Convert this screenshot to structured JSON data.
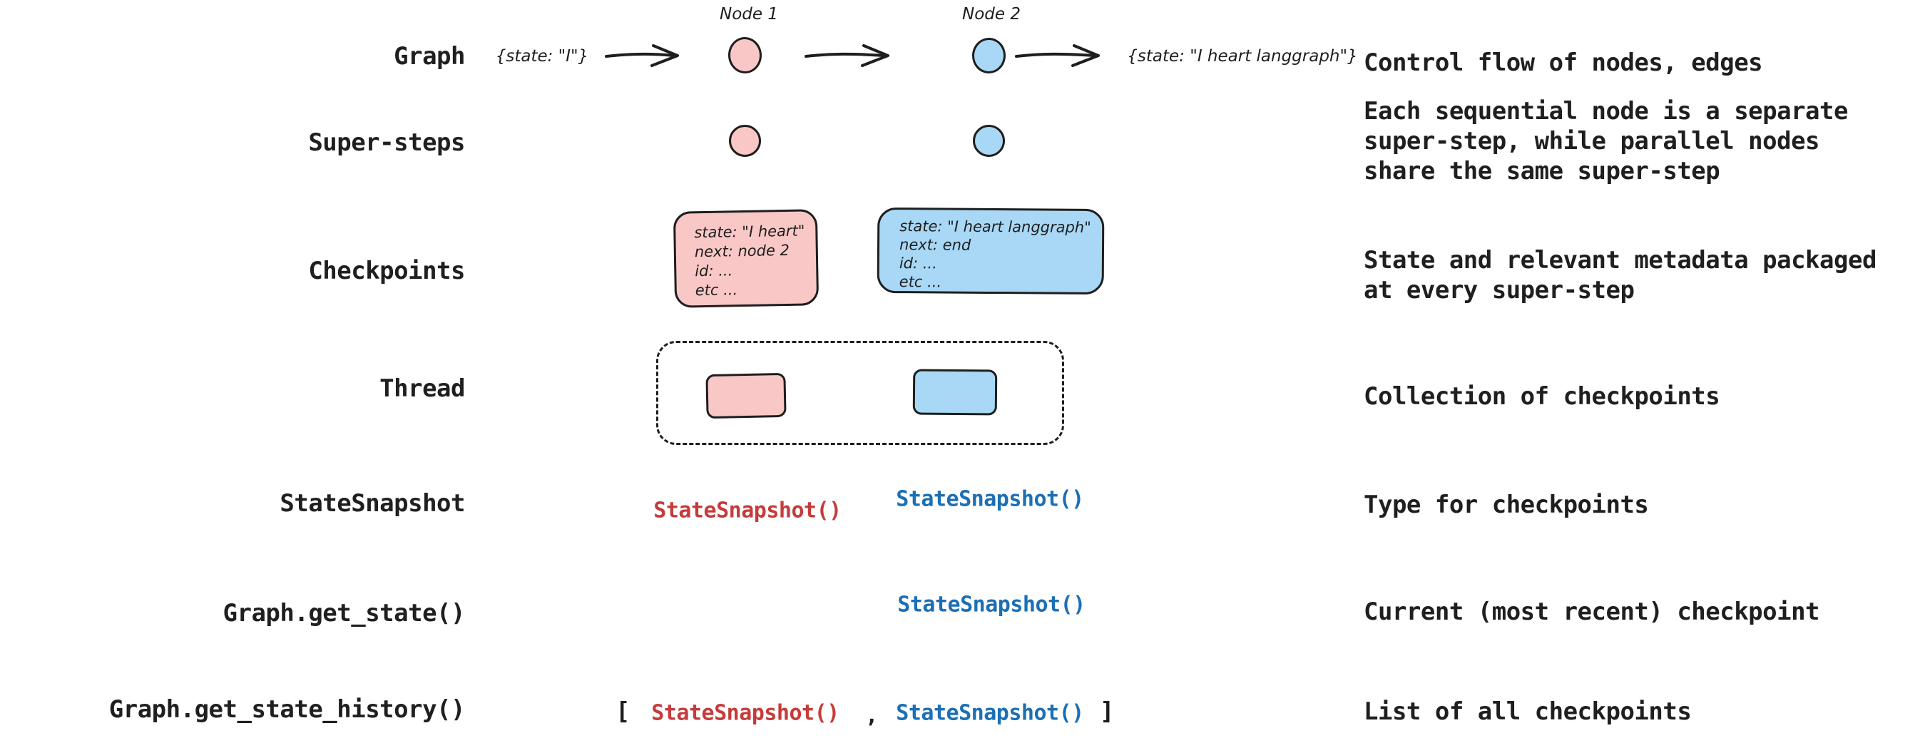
{
  "colors": {
    "ink": "#1e1e1e",
    "pink_fill": "#f9c8c6",
    "blue_fill": "#a8d8f6",
    "red_code": "#c63b3b",
    "blue_code": "#1b6fb5"
  },
  "rows": [
    {
      "label": "Graph",
      "description_lines": [
        "Control flow of nodes, edges"
      ]
    },
    {
      "label": "Super-steps",
      "description_lines": [
        "Each sequential node is a separate",
        "super-step, while parallel nodes",
        "share the same super-step"
      ]
    },
    {
      "label": "Checkpoints",
      "description_lines": [
        "State and relevant metadata packaged",
        "at every super-step"
      ]
    },
    {
      "label": "Thread",
      "description_lines": [
        "Collection of checkpoints"
      ]
    },
    {
      "label": "StateSnapshot",
      "description_lines": [
        "Type for checkpoints"
      ]
    },
    {
      "label": "Graph.get_state()",
      "description_lines": [
        "Current (most recent) checkpoint"
      ]
    },
    {
      "label": "Graph.get_state_history()",
      "description_lines": [
        "List of all checkpoints"
      ]
    }
  ],
  "graph_row": {
    "node1_label": "Node 1",
    "node2_label": "Node 2",
    "input_state": "{state: \"I\"}",
    "output_state": "{state: \"I heart langgraph\"}"
  },
  "checkpoint_boxes": {
    "pink": {
      "lines": [
        "state: \"I heart\"",
        "next: node 2",
        "id: ...",
        "etc ..."
      ]
    },
    "blue": {
      "lines": [
        "state: \"I heart langgraph\"",
        "next: end",
        "id: ...",
        "etc ..."
      ]
    }
  },
  "code": {
    "state_snapshot": "StateSnapshot()",
    "bracket_open": "[",
    "comma": ",",
    "bracket_close": "]"
  }
}
